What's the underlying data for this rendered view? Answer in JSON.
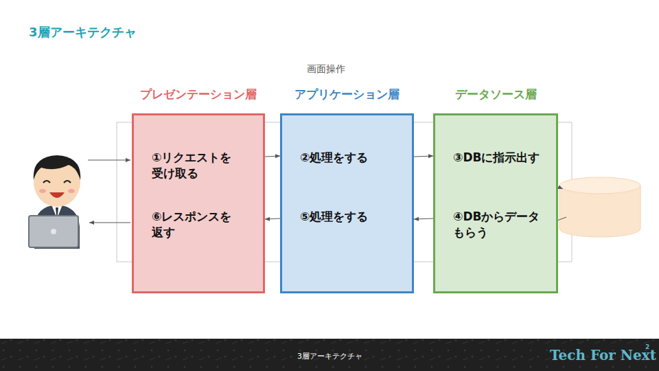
{
  "diagram": {
    "title": "3層アーキテクチャ",
    "nodes": [
      {
        "text": [
          "プレゼンテーション層",
          "①リクエストを 受け取る",
          "⑥レスポンスを 返す"
        ]
      },
      {
        "text": [
          "アプリケーション層",
          "②処理をする",
          "⑤処理をする"
        ]
      },
      {
        "text": [
          "データソース層",
          "③DBに指示出す",
          "④DBからデータ もらう"
        ]
      }
    ],
    "edges": [
      {
        "from": 0,
        "to": 1,
        "arrow": "to"
      },
      {
        "from": 1,
        "to": 2,
        "arrow": "to"
      },
      {
        "from": 2,
        "to": 1,
        "arrow": "to"
      },
      {
        "from": 1,
        "to": 0,
        "arrow": "to"
      }
    ],
    "labels": [
      "画面操作",
      "3層アーキテクチャ",
      "Tech For Next",
      "2"
    ]
  }
}
